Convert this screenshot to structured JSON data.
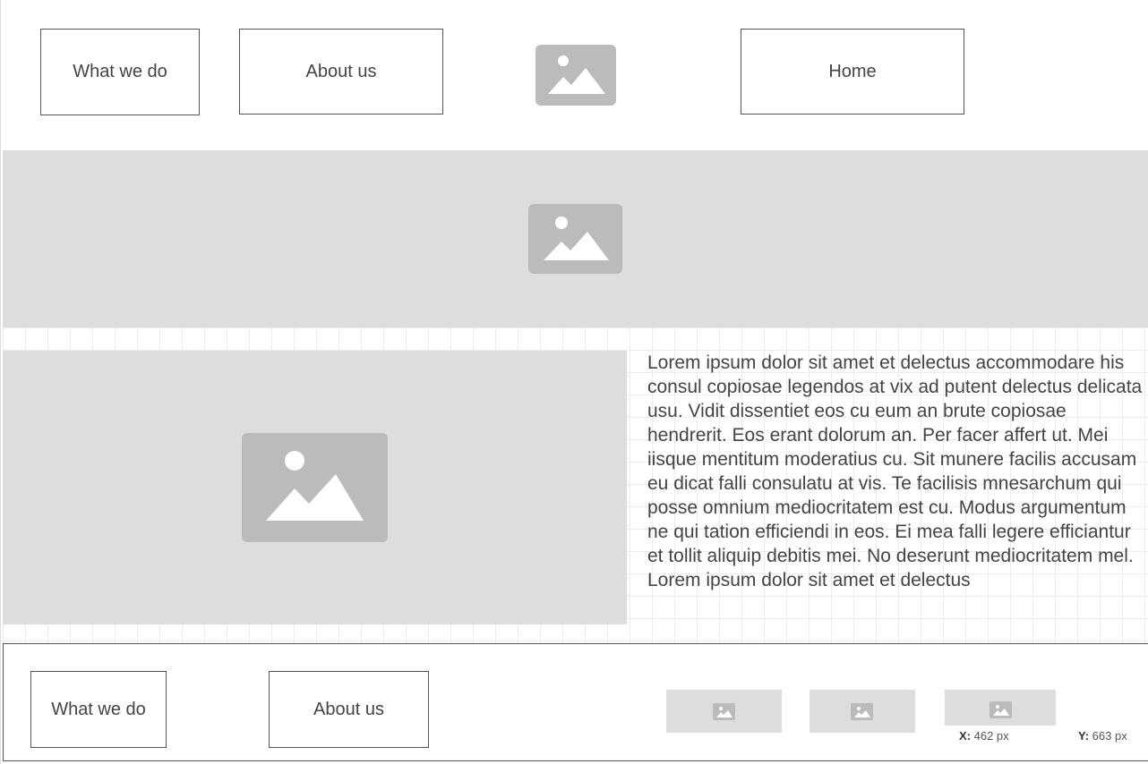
{
  "header": {
    "nav": {
      "what_we_do": "What we do",
      "about_us": "About us",
      "home": "Home"
    },
    "logo_icon": "image-placeholder-icon"
  },
  "hero": {
    "icon": "image-placeholder-icon"
  },
  "content": {
    "image_icon": "image-placeholder-icon",
    "paragraph": "Lorem ipsum dolor sit amet et delectus accommodare his consul copiosae legendos at vix ad putent delectus delicata usu. Vidit dissentiet eos cu eum an brute copiosae hendrerit. Eos erant dolorum an. Per facer affert ut. Mei iisque mentitum moderatius cu. Sit munere facilis accusam eu dicat falli consulatu at vis. Te facilisis mnesarchum qui posse omnium mediocritatem est cu. Modus argumentum ne qui tation efficiendi in eos. Ei mea falli legere efficiantur et tollit aliquip debitis mei. No deserunt mediocritatem mel. Lorem ipsum dolor sit amet et delectus"
  },
  "footer": {
    "nav": {
      "what_we_do": "What we do",
      "about_us": "About us"
    },
    "thumbnail_icons": [
      "image-placeholder-icon",
      "image-placeholder-icon",
      "image-placeholder-icon"
    ]
  },
  "coordinates": {
    "x_label": "X:",
    "x_value": "462 px",
    "y_label": "Y:",
    "y_value": "663 px"
  },
  "colors": {
    "placeholder_fill": "#dddddd",
    "placeholder_icon": "#bbbbbb",
    "border": "#555555",
    "text": "#444444"
  }
}
